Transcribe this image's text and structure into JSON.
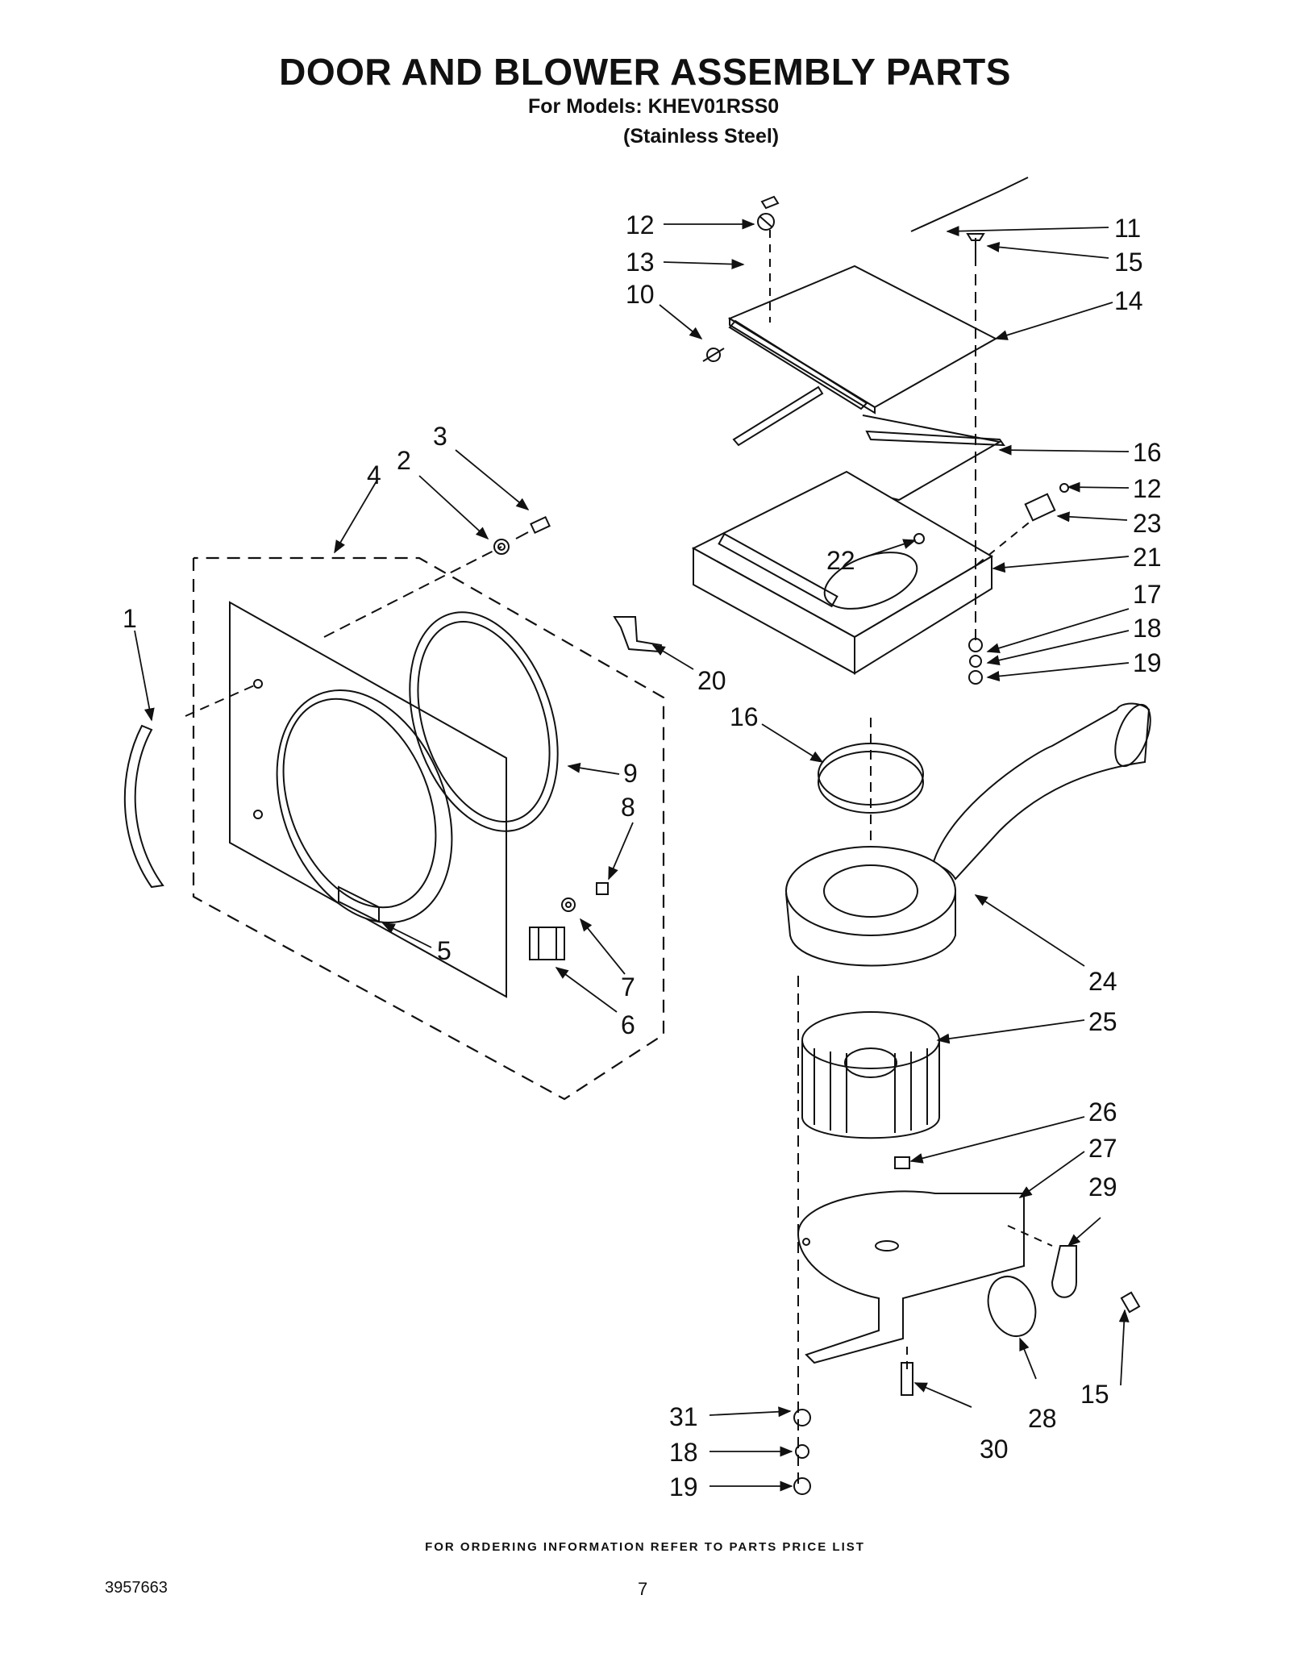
{
  "header": {
    "title": "DOOR AND BLOWER ASSEMBLY PARTS",
    "models_line": "For Models: KHEV01RSS0",
    "finish_line": "(Stainless Steel)"
  },
  "callouts": [
    {
      "id": "c1",
      "text": "1"
    },
    {
      "id": "c2",
      "text": "2"
    },
    {
      "id": "c3",
      "text": "3"
    },
    {
      "id": "c4",
      "text": "4"
    },
    {
      "id": "c5",
      "text": "5"
    },
    {
      "id": "c6",
      "text": "6"
    },
    {
      "id": "c7",
      "text": "7"
    },
    {
      "id": "c8",
      "text": "8"
    },
    {
      "id": "c9",
      "text": "9"
    },
    {
      "id": "c10",
      "text": "10"
    },
    {
      "id": "c11",
      "text": "11"
    },
    {
      "id": "c12a",
      "text": "12"
    },
    {
      "id": "c12b",
      "text": "12"
    },
    {
      "id": "c13",
      "text": "13"
    },
    {
      "id": "c14",
      "text": "14"
    },
    {
      "id": "c15a",
      "text": "15"
    },
    {
      "id": "c15b",
      "text": "15"
    },
    {
      "id": "c16a",
      "text": "16"
    },
    {
      "id": "c16b",
      "text": "16"
    },
    {
      "id": "c17",
      "text": "17"
    },
    {
      "id": "c18a",
      "text": "18"
    },
    {
      "id": "c18b",
      "text": "18"
    },
    {
      "id": "c19a",
      "text": "19"
    },
    {
      "id": "c19b",
      "text": "19"
    },
    {
      "id": "c20",
      "text": "20"
    },
    {
      "id": "c21",
      "text": "21"
    },
    {
      "id": "c22",
      "text": "22"
    },
    {
      "id": "c23",
      "text": "23"
    },
    {
      "id": "c24",
      "text": "24"
    },
    {
      "id": "c25",
      "text": "25"
    },
    {
      "id": "c26",
      "text": "26"
    },
    {
      "id": "c27",
      "text": "27"
    },
    {
      "id": "c28",
      "text": "28"
    },
    {
      "id": "c29",
      "text": "29"
    },
    {
      "id": "c30",
      "text": "30"
    },
    {
      "id": "c31",
      "text": "31"
    }
  ],
  "footer": {
    "ordering_note": "FOR ORDERING INFORMATION REFER TO PARTS PRICE LIST",
    "document_number": "3957663",
    "page_number": "7"
  }
}
